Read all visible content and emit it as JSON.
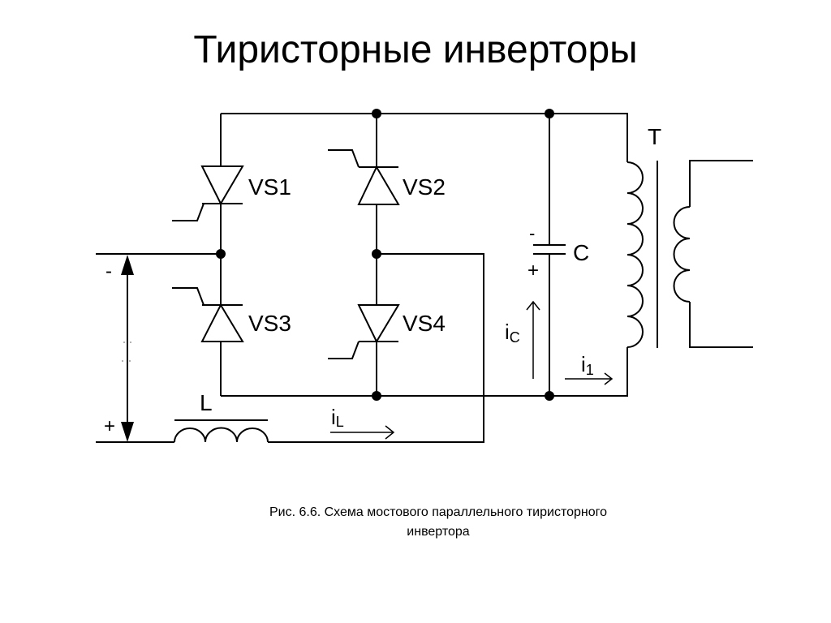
{
  "slide": {
    "title": "Тиристорные инверторы"
  },
  "schematic": {
    "thyristors": [
      {
        "label": "VS1"
      },
      {
        "label": "VS2"
      },
      {
        "label": "VS3"
      },
      {
        "label": "VS4"
      }
    ],
    "capacitor": {
      "label": "C",
      "minus": "-",
      "plus": "+"
    },
    "transformer": {
      "label": "T"
    },
    "inductor": {
      "label": "L"
    },
    "source": {
      "minus": "-",
      "plus": "+"
    },
    "currents": {
      "iL": {
        "main": "i",
        "sub": "L"
      },
      "iC": {
        "main": "i",
        "sub": "C"
      },
      "i1": {
        "main": "i",
        "sub": "1"
      }
    }
  },
  "caption": {
    "line1": "Рис. 6.6.  Схема мостового параллельного тиристорного",
    "line2": "инвертора"
  }
}
